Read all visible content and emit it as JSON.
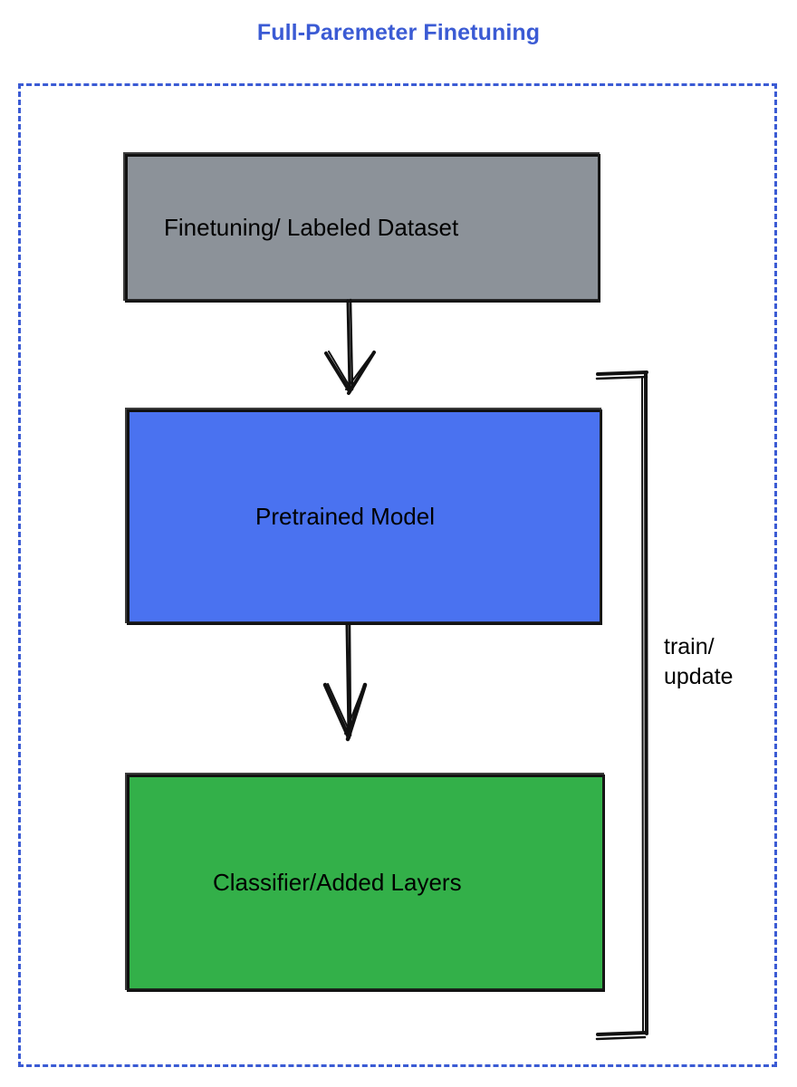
{
  "diagram": {
    "title": "Full-Paremeter Finetuning",
    "title_color": "#3b5bd4",
    "frame": {
      "style": "dashed",
      "color": "#3b5bd4"
    },
    "nodes": [
      {
        "id": "dataset",
        "label": "Finetuning/ Labeled Dataset",
        "fill": "#8c9299",
        "stroke": "#111111",
        "text_color": "#000000"
      },
      {
        "id": "pretrained",
        "label": "Pretrained Model",
        "fill": "#4a72f0",
        "stroke": "#111111",
        "text_color": "#000000"
      },
      {
        "id": "classifier",
        "label": "Classifier/Added Layers",
        "fill": "#33b049",
        "stroke": "#111111",
        "text_color": "#000000"
      }
    ],
    "edges": [
      {
        "id": "dataset-to-pretrained",
        "from": "dataset",
        "to": "pretrained",
        "label": "",
        "style": "sketchy-arrow-down"
      },
      {
        "id": "pretrained-to-classifier",
        "from": "pretrained",
        "to": "classifier",
        "label": "",
        "style": "sketchy-arrow-down"
      },
      {
        "id": "feedback-loop",
        "from": "classifier",
        "to": "pretrained",
        "label": "train/\nupdate",
        "style": "bracket"
      }
    ]
  }
}
